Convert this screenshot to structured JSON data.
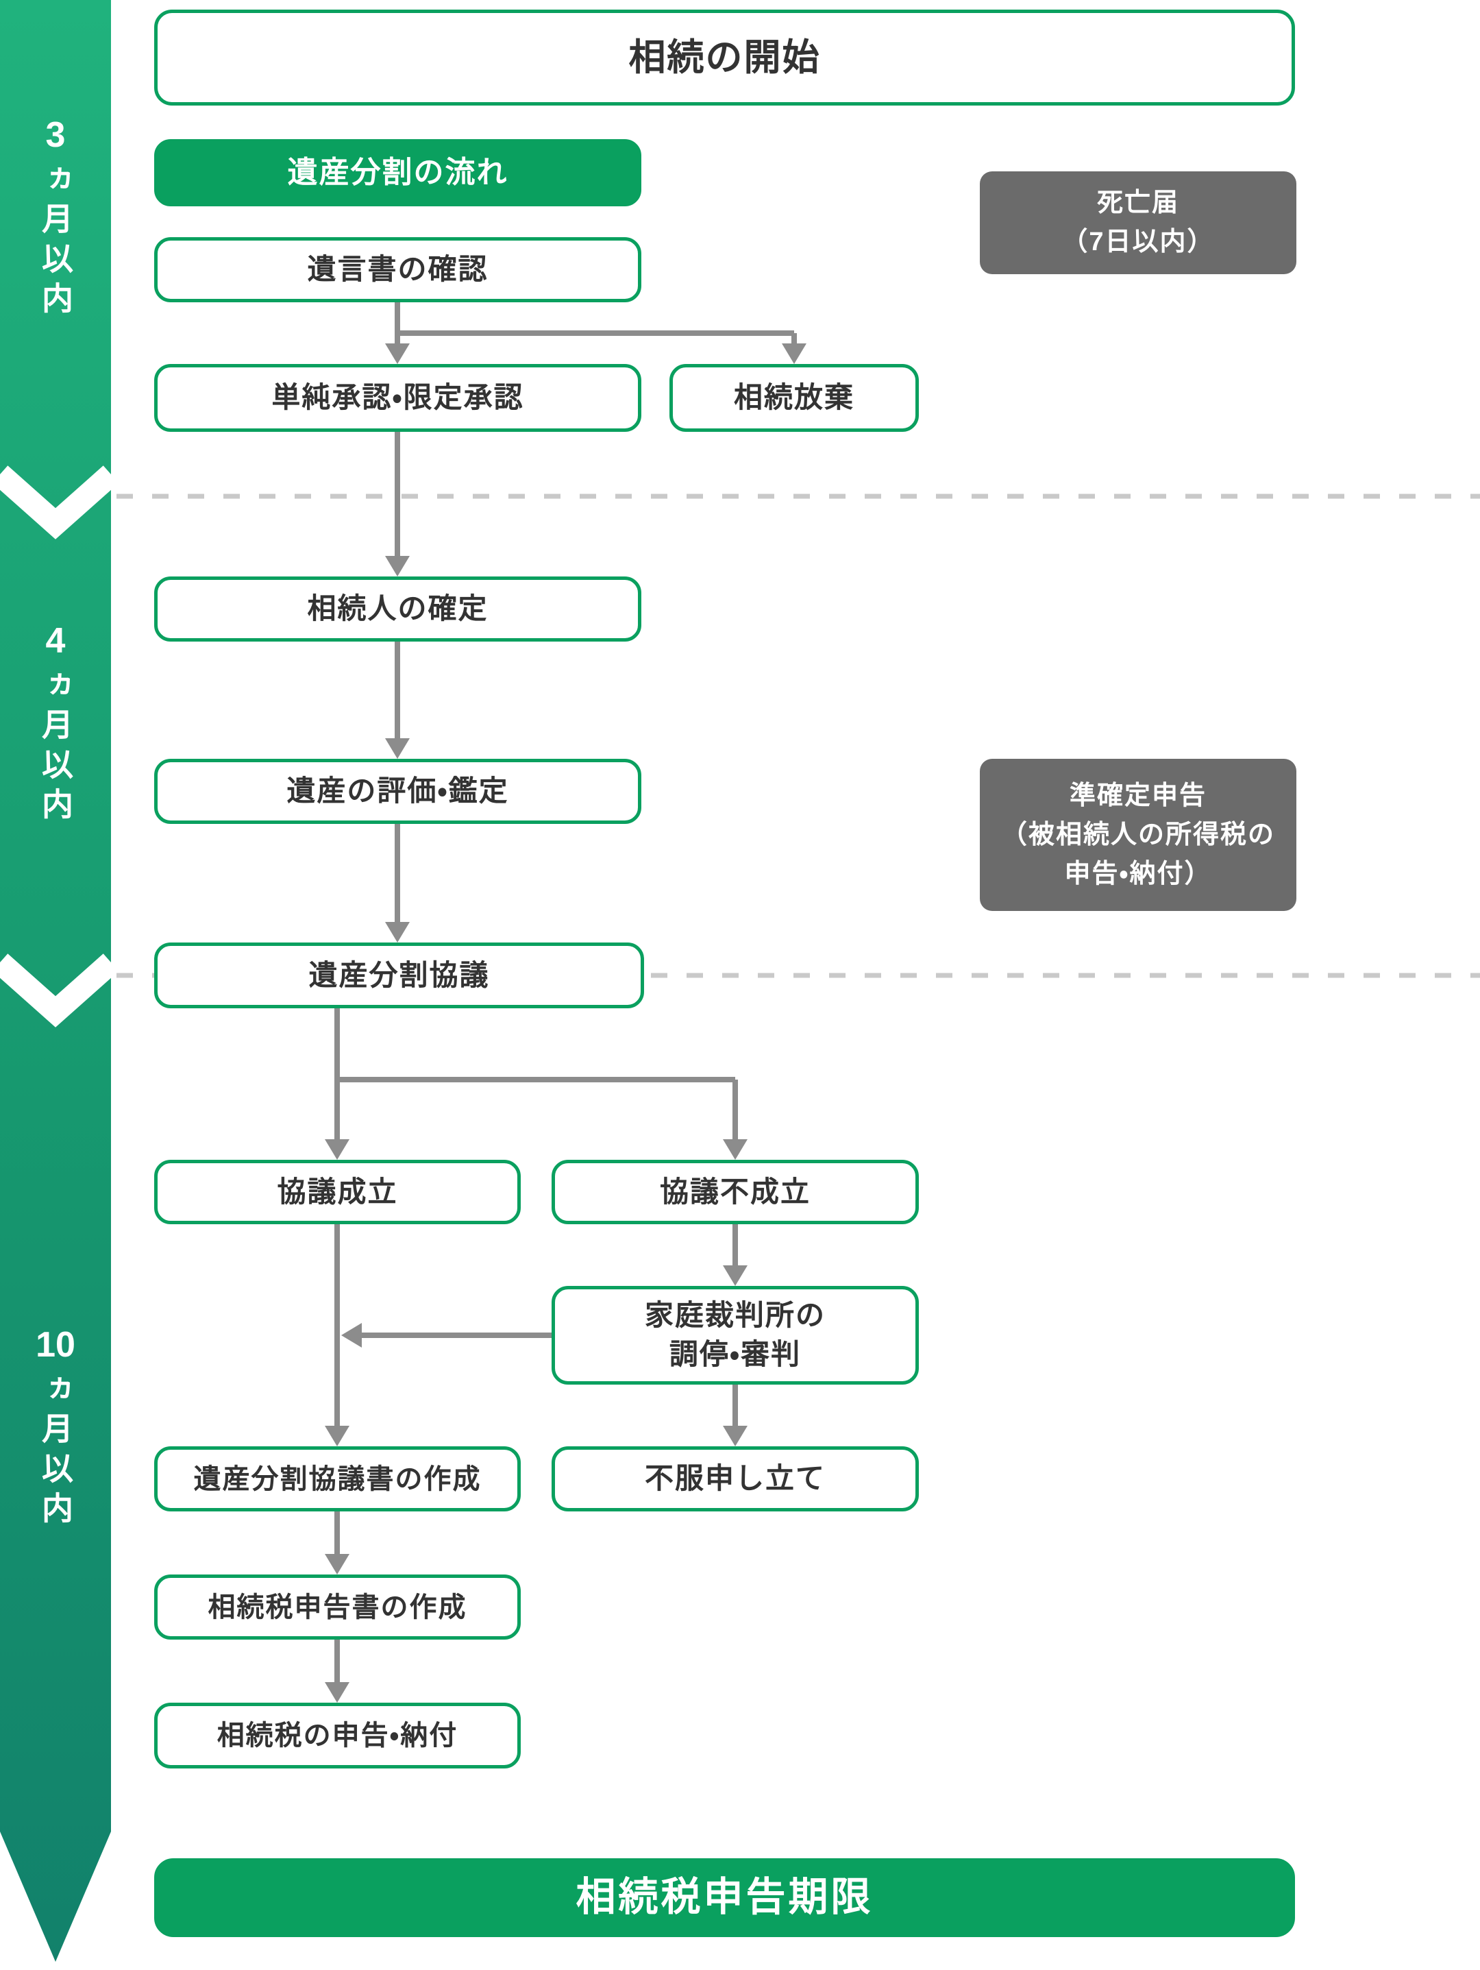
{
  "title": {
    "label": "相続の開始"
  },
  "legend": {
    "label": "遺産分割の流れ"
  },
  "timeline": {
    "sections": [
      {
        "number": "3",
        "unit": "ヵ月以内"
      },
      {
        "number": "4",
        "unit": "ヵ月以内"
      },
      {
        "number": "10",
        "unit": "ヵ月以内"
      }
    ]
  },
  "nodes": {
    "will_check": {
      "label": "遺言書の確認"
    },
    "acceptance": {
      "label": "単純承認・限定承認"
    },
    "renunciation": {
      "label": "相続放棄"
    },
    "heirs_determine": {
      "label": "相続人の確定"
    },
    "estate_appraisal": {
      "label": "遺産の評価・鑑定"
    },
    "division_council": {
      "label": "遺産分割協議"
    },
    "agreement": {
      "label": "協議成立"
    },
    "no_agreement": {
      "label": "協議不成立"
    },
    "family_court": {
      "line1": "家庭裁判所の",
      "line2": "調停・審判"
    },
    "division_doc": {
      "label": "遺産分割協議書の作成"
    },
    "appeal": {
      "label": "不服申し立て"
    },
    "tax_return_doc": {
      "label": "相続税申告書の作成"
    },
    "tax_filing": {
      "label": "相続税の申告・納付"
    }
  },
  "notes": {
    "death_report": {
      "line1": "死亡届",
      "line2": "（7日以内）"
    },
    "quasi_final_return": {
      "line1": "準確定申告",
      "line2": "（被相続人の所得税の",
      "line3": "申告・納付）"
    }
  },
  "deadline": {
    "label": "相続税申告期限"
  },
  "colors": {
    "accent_green": "#0aa05f",
    "band_gradient_top": "#20b27d",
    "band_gradient_bottom": "#12816b",
    "note_gray": "#6b6b6b",
    "arrow_gray": "#8c8c8c",
    "dash_gray": "#c9c9c9",
    "text_dark": "#333333"
  }
}
